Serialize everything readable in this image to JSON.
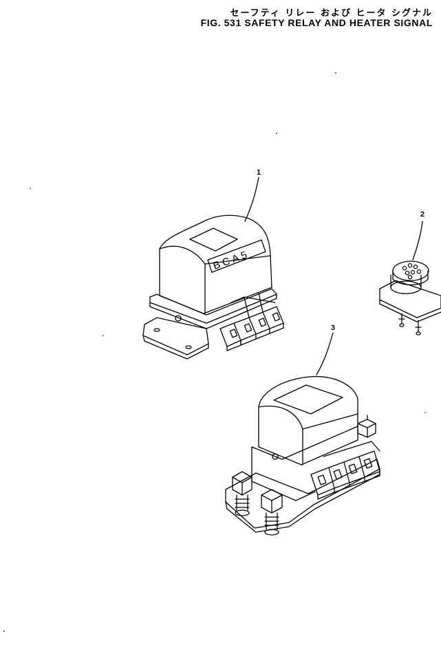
{
  "figure": {
    "title_jp": "セーフティ リレー および ヒータ シグナル",
    "title_en": "FIG. 531  SAFETY  RELAY  AND  HEATER  SIGNAL"
  },
  "parts": [
    {
      "callout": "1",
      "marking": "BCA5"
    },
    {
      "callout": "2"
    },
    {
      "callout": "3"
    }
  ]
}
